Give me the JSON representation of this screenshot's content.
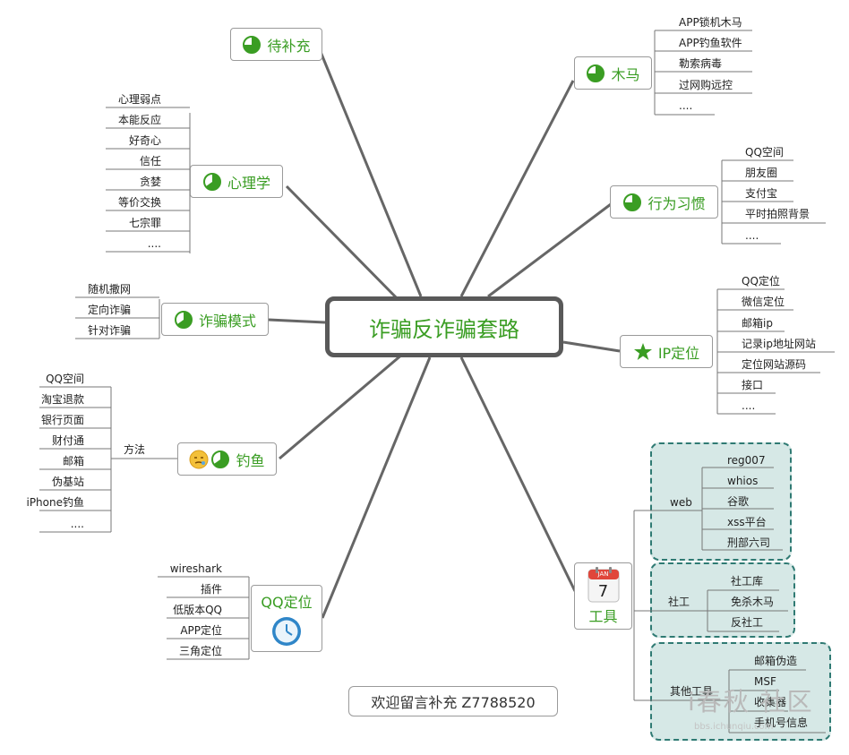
{
  "root": {
    "title": "诈骗反诈骗套路"
  },
  "branches": {
    "daibuchong": {
      "label": "待补充"
    },
    "xinlixue": {
      "label": "心理学",
      "items": [
        "心理弱点",
        "本能反应",
        "好奇心",
        "信任",
        "贪婪",
        "等价交换",
        "七宗罪",
        "...."
      ]
    },
    "zhapianmoshi": {
      "label": "诈骗模式",
      "items": [
        "随机撒网",
        "定向诈骗",
        "针对诈骗"
      ]
    },
    "diaoyu": {
      "label": "钓鱼",
      "method_label": "方法",
      "items": [
        "QQ空间",
        "淘宝退款",
        "银行页面",
        "财付通",
        "邮箱",
        "伪基站",
        "iPhone钓鱼",
        "...."
      ]
    },
    "qqdingwei": {
      "label": "QQ定位",
      "items": [
        "wireshark",
        "插件",
        "低版本QQ",
        "APP定位",
        "三角定位"
      ]
    },
    "muma": {
      "label": "木马",
      "items": [
        "APP锁机木马",
        "APP钓鱼软件",
        "勒索病毒",
        "过网购远控",
        "...."
      ]
    },
    "xingweixiguan": {
      "label": "行为习惯",
      "items": [
        "QQ空间",
        "朋友圈",
        "支付宝",
        "平时拍照背景",
        "...."
      ]
    },
    "ipdingwei": {
      "label": "IP定位",
      "items": [
        "QQ定位",
        "微信定位",
        "邮箱ip",
        "记录ip地址网站",
        "定位网站源码",
        "接口",
        "...."
      ]
    },
    "gongju": {
      "label": "工具",
      "calendar": {
        "month": "JAN",
        "day": "7"
      },
      "groups": [
        {
          "label": "web",
          "items": [
            "reg007",
            "whios",
            "谷歌",
            "xss平台",
            "刑部六司"
          ]
        },
        {
          "label": "社工",
          "items": [
            "社工库",
            "免杀木马",
            "反社工"
          ]
        },
        {
          "label": "其他工具",
          "items": [
            "邮箱伪造",
            "MSF",
            "收集器",
            "手机号信息"
          ]
        }
      ]
    }
  },
  "footer": {
    "text": "欢迎留言补充 Z7788520"
  },
  "watermark": {
    "text": "i春秋 社区",
    "url": "bbs.ichunqiu.com"
  },
  "colors": {
    "accent": "#3a9d23",
    "root_border": "#595959",
    "group_fill": "#d6e8e6",
    "group_border": "#2f7a73"
  }
}
